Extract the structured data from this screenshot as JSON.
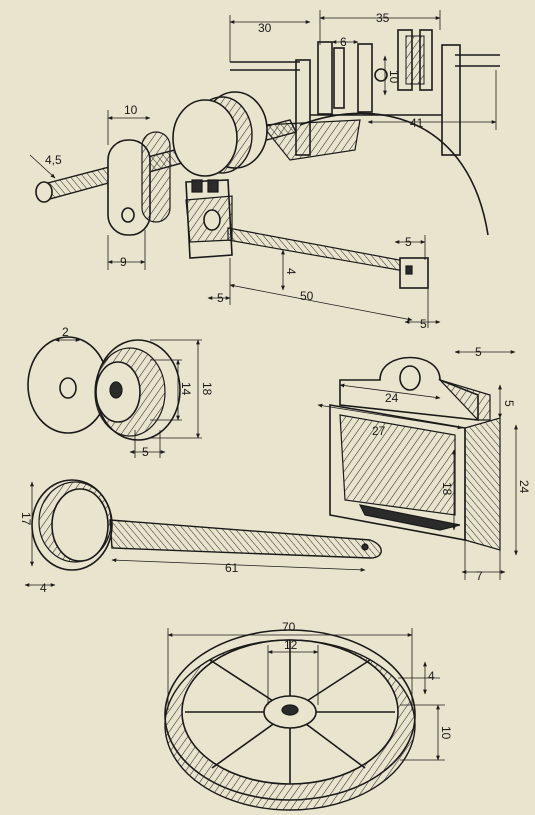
{
  "colors": {
    "paper": "#e9e4cd",
    "ink": "#1a1a1a"
  },
  "top_assembly": {
    "dim_30": "30",
    "dim_35": "35",
    "dim_6": "6",
    "dim_10_vert": "10",
    "dim_41": "41",
    "dim_10": "10",
    "dim_4_5": "4,5",
    "dim_9": "9",
    "dim_5_top": "5",
    "dim_5_left": "5",
    "dim_50": "50",
    "dim_5_bottom": "5",
    "dim_4": "4"
  },
  "pulley_pair": {
    "dim_2": "2",
    "dim_14": "14",
    "dim_18": "18",
    "dim_5": "5"
  },
  "bearing_block": {
    "dim_5_top": "5",
    "dim_24": "24",
    "dim_5_side": "5",
    "dim_27": "27",
    "dim_18": "18",
    "dim_24_side": "24",
    "dim_7": "7"
  },
  "crank_arm": {
    "dim_17": "17",
    "dim_4": "4",
    "dim_61": "61"
  },
  "flywheel": {
    "dim_70": "70",
    "dim_12": "12",
    "dim_4": "4",
    "dim_10": "10"
  }
}
